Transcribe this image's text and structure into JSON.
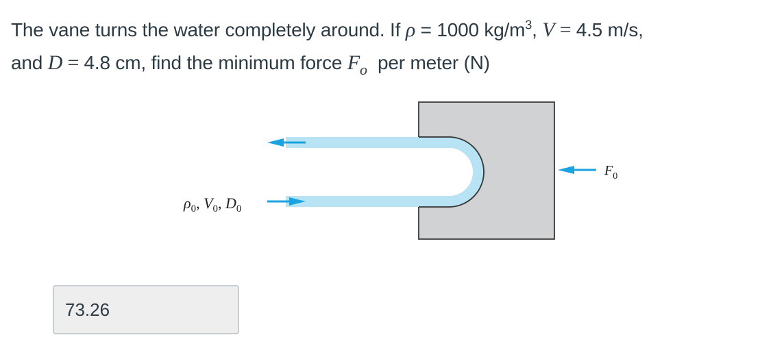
{
  "question": {
    "line1_prefix": "The vane turns the water completely around. If ",
    "rho_symbol": "ρ",
    "rho_eq": " = 1000 kg/m",
    "rho_exp": "3",
    "comma1": ", ",
    "v_symbol": "V",
    "v_eq": " = ",
    "v_value": "4.5 m/s,",
    "line2_prefix": "and ",
    "d_symbol": "D",
    "d_eq": " = ",
    "d_value": "4.8 cm, find the minimum force ",
    "f_symbol": "F",
    "f_sub": "o",
    "line2_suffix": "  per meter (N)"
  },
  "figure": {
    "inlet_label": {
      "rho": "ρ",
      "v": "V",
      "d": "D",
      "sub": "0"
    },
    "force_label": {
      "f": "F",
      "sub": "0"
    },
    "colors": {
      "water": "#b8e3f5",
      "arrow": "#1aa3e0",
      "vane_fill": "#d1d2d4",
      "vane_stroke": "#3a3a3a"
    }
  },
  "answer": {
    "value": "73.26"
  }
}
